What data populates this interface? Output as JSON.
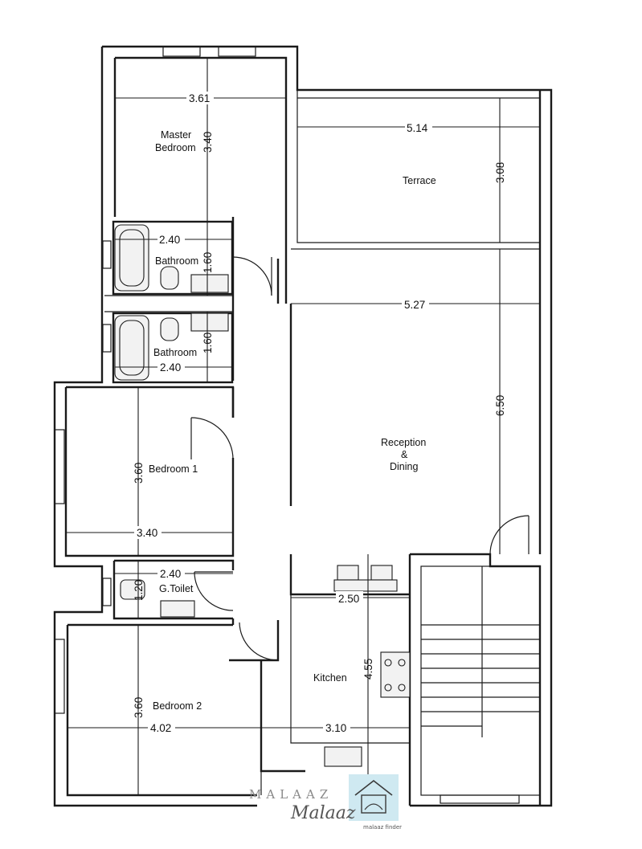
{
  "rooms": {
    "master_bedroom": [
      "Master",
      "Bedroom"
    ],
    "terrace": "Terrace",
    "bathroom_1": "Bathroom",
    "bathroom_2": "Bathroom",
    "reception": [
      "Reception",
      "&",
      "Dining"
    ],
    "bedroom_1": "Bedroom 1",
    "g_toilet": "G.Toilet",
    "kitchen": "Kitchen",
    "bedroom_2": "Bedroom 2"
  },
  "dimensions": {
    "master_width": "3.61",
    "master_depth": "3.40",
    "terrace_width": "5.14",
    "terrace_depth": "3.08",
    "bath1_width": "2.40",
    "bath1_depth": "1.60",
    "reception_width": "5.27",
    "reception_depth": "6.50",
    "bath2_depth": "1.60",
    "bath2_width": "2.40",
    "bedroom1_depth": "3.60",
    "bedroom1_width": "3.40",
    "toilet_width": "2.40",
    "toilet_depth": "1.20",
    "kitchen_top": "2.50",
    "kitchen_depth": "4.55",
    "bedroom2_depth": "3.60",
    "bedroom2_width": "4.02",
    "kitchen_width": "3.10"
  },
  "watermark": {
    "brand": "MALAAZ",
    "script": "Malaaz",
    "tagline": "malaaz finder"
  },
  "colors": {
    "walls": "#1a1a1a",
    "watermark_box": "#cfe9f1"
  }
}
